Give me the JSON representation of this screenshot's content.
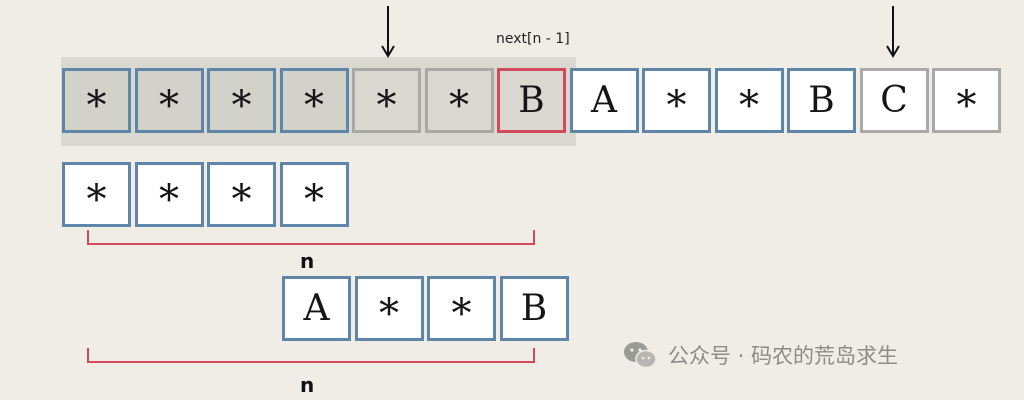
{
  "pointer_label": "next[n - 1]",
  "rows": {
    "top": [
      {
        "text": "*",
        "style": "shaded"
      },
      {
        "text": "*",
        "style": "shaded"
      },
      {
        "text": "*",
        "style": "shaded"
      },
      {
        "text": "*",
        "style": "shaded"
      },
      {
        "text": "*",
        "style": "gray"
      },
      {
        "text": "*",
        "style": "gray"
      },
      {
        "text": "B",
        "style": "red"
      },
      {
        "text": "A",
        "style": "white"
      },
      {
        "text": "*",
        "style": "white"
      },
      {
        "text": "*",
        "style": "white"
      },
      {
        "text": "B",
        "style": "white"
      },
      {
        "text": "C",
        "style": "white gray"
      },
      {
        "text": "*",
        "style": "white gray"
      }
    ],
    "middle": [
      {
        "text": "*",
        "style": "white"
      },
      {
        "text": "*",
        "style": "white"
      },
      {
        "text": "*",
        "style": "white"
      },
      {
        "text": "*",
        "style": "white"
      }
    ],
    "bottom": [
      {
        "text": "A",
        "style": "white"
      },
      {
        "text": "*",
        "style": "white"
      },
      {
        "text": "*",
        "style": "white"
      },
      {
        "text": "B",
        "style": "white"
      }
    ]
  },
  "brackets": {
    "first_label": "n",
    "second_label": "n"
  },
  "colors": {
    "cell_border": "#5f86a8",
    "highlight_border": "#d34a5a",
    "bracket": "#d34a5a",
    "background": "#efede6"
  },
  "watermark": {
    "icon": "wechat-icon",
    "text": "公众号 · 码农的荒岛求生"
  }
}
